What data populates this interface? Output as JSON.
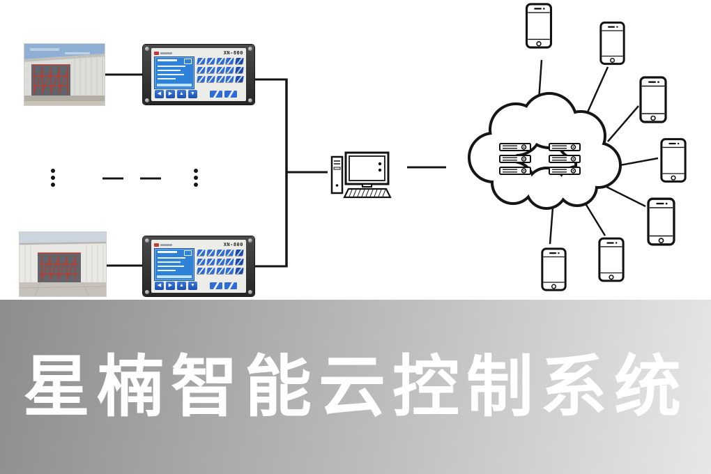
{
  "title_banner": {
    "title": "星楠智能云控制系统"
  },
  "controllers": [
    {
      "model": "XN-800"
    },
    {
      "model": "XN-800"
    }
  ],
  "buttons": {
    "left": "◀",
    "right": "▶",
    "up": "▲",
    "down": "▼"
  },
  "icons": {
    "cloud": "cloud-with-server-racks",
    "computer": "desktop-pc",
    "phone": "smartphone",
    "ellipsis": "vertical-dots"
  },
  "colors": {
    "line": "#141414",
    "screen_blue": "#2f82d8",
    "key_blue": "#2e6bd4",
    "panel_dark": "#333333",
    "truss_red": "#b23f35",
    "sky_blue": "#8fb0d4",
    "banner_text": "#ffffff",
    "banner_gray_left": "#8d8d8d",
    "banner_gray_right": "#e7e7e7"
  }
}
